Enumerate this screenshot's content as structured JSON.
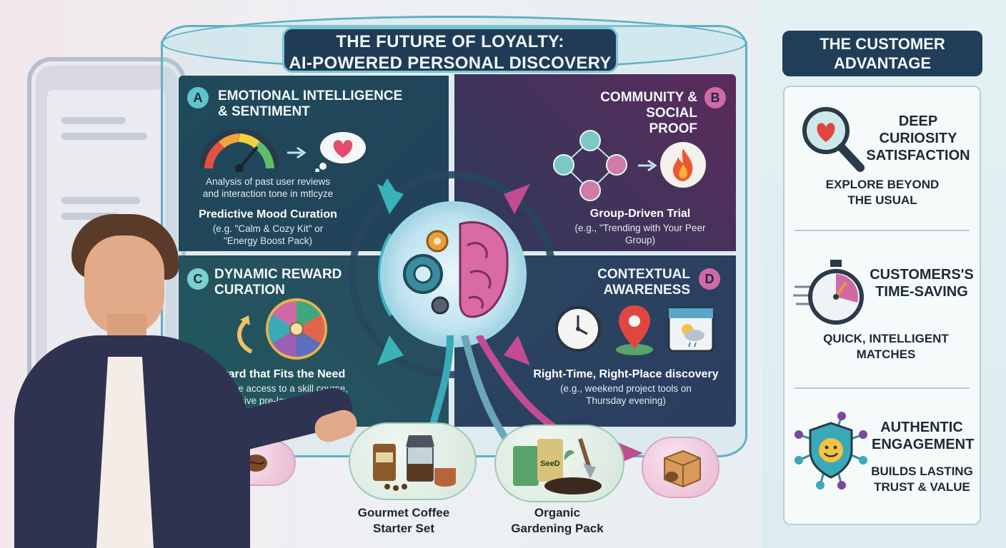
{
  "title": {
    "line1": "THE FUTURE OF LOYALTY:",
    "line2": "AI-POWERED PERSONAL DISCOVERY"
  },
  "quadrants": {
    "a": {
      "badge": "A",
      "heading_line1": "EMOTIONAL INTELLIGENCE",
      "heading_line2": "& SENTIMENT",
      "desc_line1": "Analysis of past user reviews",
      "desc_line2": "and interaction tone in mtlcyze",
      "subtitle": "Predictive Mood Curation",
      "example_line1": "(e.g. \"Calm & Cozy Kit\" or",
      "example_line2": "\"Energy Boost Pack)"
    },
    "b": {
      "badge": "B",
      "heading_line1": "COMMUNITY &",
      "heading_line2": "SOCIAL PROOF",
      "subtitle": "Group-Driven Trial",
      "example_line1": "(e.g., \"Trending with Your Peer",
      "example_line2": "Group)"
    },
    "c": {
      "badge": "C",
      "heading_line1": "DYNAMIC REWARD",
      "heading_line2": "CURATION",
      "subtitle": "Reward that Fits the Need",
      "example_line1": "(e.g., free access to a skill course,",
      "example_line2": "exclusive pre-launch invite)"
    },
    "d": {
      "badge": "D",
      "heading_line1": "CONTEXTUAL",
      "heading_line2": "AWARENESS",
      "subtitle": "Right-Time, Right-Place discovery",
      "example_line1": "(e.g., weekend project tools on",
      "example_line2": "Thursday evening)"
    }
  },
  "products": {
    "coffee_line1": "Gourmet Coffee",
    "coffee_line2": "Starter Set",
    "garden_line1": "Organic",
    "garden_line2": "Gardening Pack",
    "seed_text": "SeeD"
  },
  "advantage": {
    "title_line1": "THE CUSTOMER",
    "title_line2": "ADVANTAGE",
    "items": [
      {
        "heading": [
          "DEEP",
          "CURIOSITY",
          "SATISFACTION"
        ],
        "sub": [
          "EXPLORE BEYOND",
          "THE USUAL"
        ],
        "icon": "heart-magnifier-icon"
      },
      {
        "heading": [
          "CUSTOMERS'S",
          "TIME-SAVING"
        ],
        "sub": [
          "QUICK, INTELLIGENT",
          "MATCHES"
        ],
        "icon": "stopwatch-icon"
      },
      {
        "heading": [
          "AUTHENTIC",
          "ENGAGEMENT"
        ],
        "sub": [
          "BUILDS LASTING",
          "TRUST & VALUE"
        ],
        "icon": "smiley-shield-network-icon"
      }
    ]
  },
  "colors": {
    "navy": "#1f3b56",
    "teal": "#3aa9b8",
    "magenta": "#c94d93",
    "badge_a": "#5fc3c9",
    "badge_b": "#d06aa6",
    "badge_c": "#7ccfcf",
    "badge_d": "#d06aa6"
  }
}
